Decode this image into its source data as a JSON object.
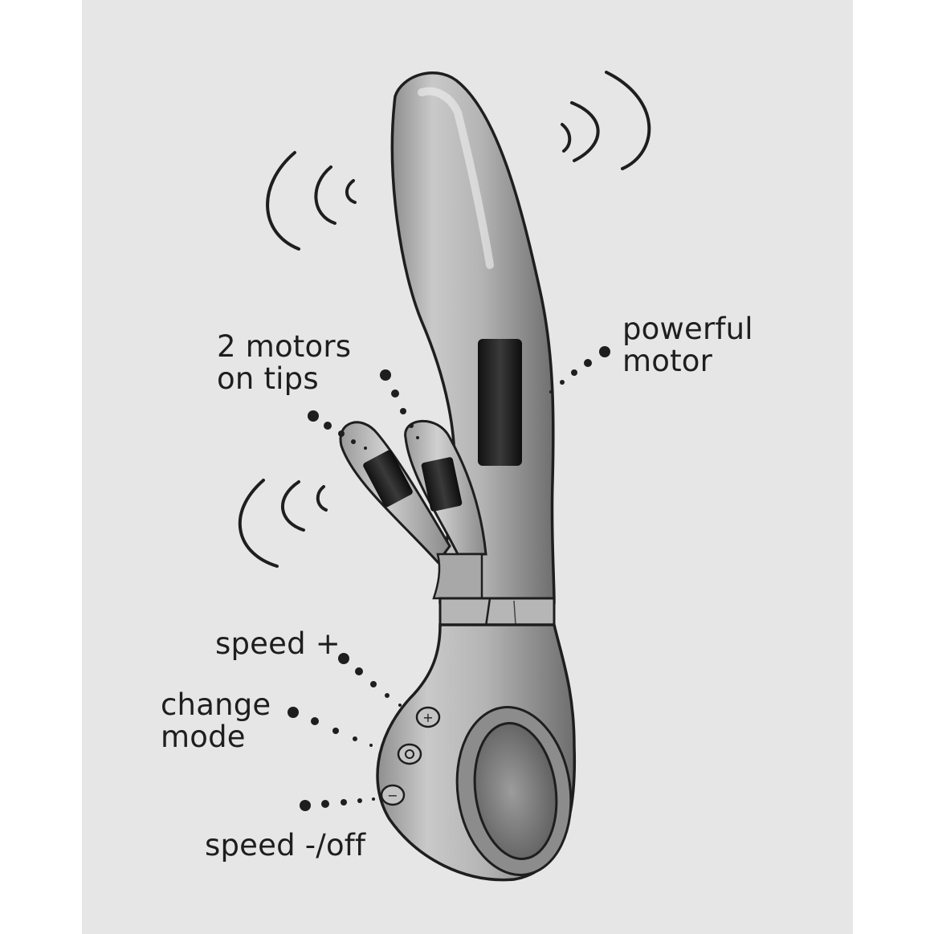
{
  "labels": {
    "tip_motors": {
      "line1": "2 motors",
      "line2": "on tips"
    },
    "main_motor": {
      "line1": "powerful",
      "line2": "motor"
    },
    "speed_up": "speed +",
    "change_mode": {
      "line1": "change",
      "line2": "mode"
    },
    "speed_down": "speed -/off"
  },
  "colors": {
    "background": "#e6e6e6",
    "ink": "#1e1e1e",
    "motor": "#1a1a1a"
  }
}
